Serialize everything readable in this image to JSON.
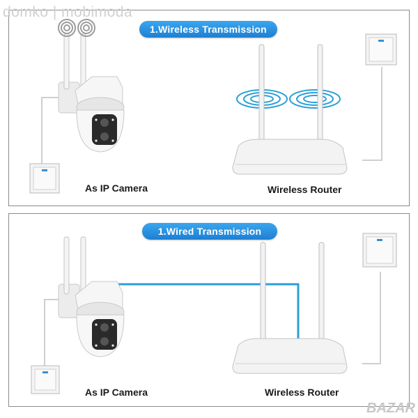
{
  "watermark": "domko | mobimoda",
  "brand": "BAZAR",
  "panels": [
    {
      "title": "1.Wireless Transmission",
      "camera_label": "As IP Camera",
      "router_label": "Wireless Router"
    },
    {
      "title": "1.Wired Transmission",
      "camera_label": "As IP Camera",
      "router_label": "Wireless Router"
    }
  ],
  "colors": {
    "accent": "#1e7fd2",
    "cable": "#2a9fd8",
    "wire": "#cfcfcf",
    "device": "#f2f2f2"
  }
}
